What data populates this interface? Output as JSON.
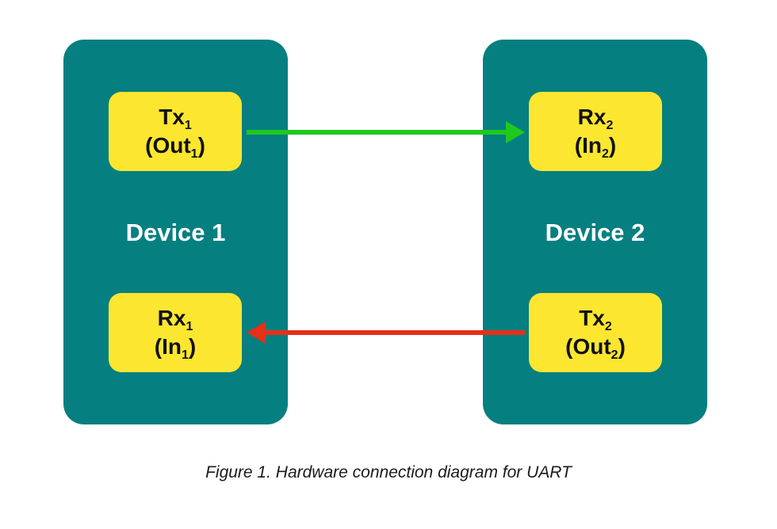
{
  "devices": [
    {
      "label": "Device 1",
      "ports": {
        "top": {
          "name": "Tx",
          "name_sub": "1",
          "alias": "Out",
          "alias_sub": "1"
        },
        "bottom": {
          "name": "Rx",
          "name_sub": "1",
          "alias": "In",
          "alias_sub": "1"
        }
      }
    },
    {
      "label": "Device 2",
      "ports": {
        "top": {
          "name": "Rx",
          "name_sub": "2",
          "alias": "In",
          "alias_sub": "2"
        },
        "bottom": {
          "name": "Tx",
          "name_sub": "2",
          "alias": "Out",
          "alias_sub": "2"
        }
      }
    }
  ],
  "connections": [
    {
      "from": "Tx1",
      "to": "Rx2",
      "color": "#1ec81e"
    },
    {
      "from": "Tx2",
      "to": "Rx1",
      "color": "#e5301a"
    }
  ],
  "colors": {
    "device_fill": "#067f80",
    "port_fill": "#fce630"
  },
  "caption": "Figure 1. Hardware connection diagram for UART"
}
